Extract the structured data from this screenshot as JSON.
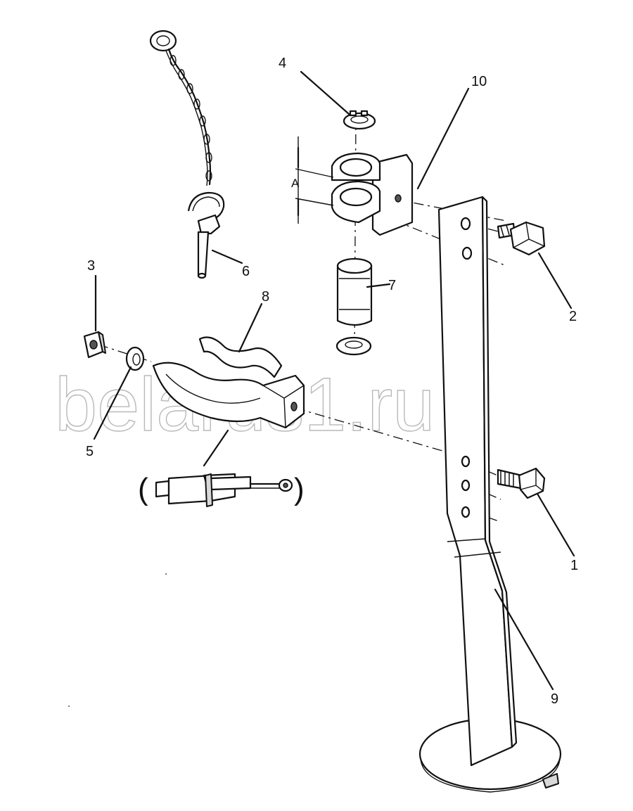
{
  "watermark": "belarus1.ru",
  "dimension_label": "A",
  "callouts": [
    "1",
    "2",
    "3",
    "4",
    "5",
    "6",
    "7",
    "8",
    "9",
    "10"
  ]
}
